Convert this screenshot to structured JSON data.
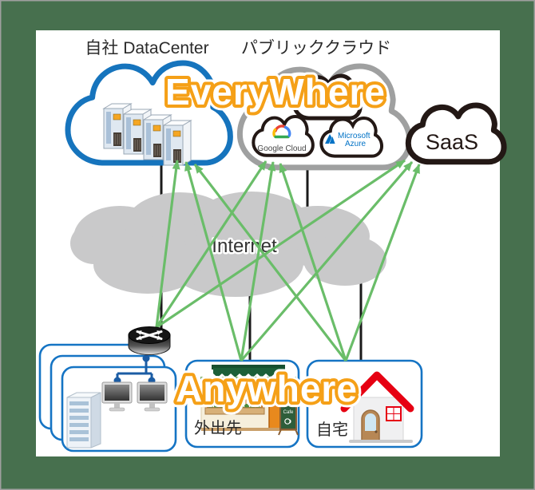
{
  "titles": {
    "everywhere": "EveryWhere",
    "anywhere": "Anywhere"
  },
  "labels": {
    "datacenter": "自社 DataCenter",
    "public_cloud": "パブリッククラウド",
    "saas": "SaaS",
    "internet": "Internet",
    "out_of_office": "外出先",
    "home": "自宅",
    "cafe_sign": "Cafe"
  },
  "providers": {
    "google_cloud": "Google Cloud",
    "microsoft": "Microsoft",
    "azure": "Azure"
  },
  "colors": {
    "frame_green": "#47704E",
    "link_green": "#6ABD69",
    "datacenter_blue": "#1674BD",
    "public_gray": "#9FA0A0",
    "black_cloud": "#231815",
    "internet_gray": "#C9C9CA",
    "title_orange": "#F5A017",
    "box_blue": "#1574C4",
    "lan_blue": "#1B5CA4",
    "azure_blue": "#0072C6",
    "roof_green": "#1C5F38",
    "house_red": "#E60012"
  }
}
